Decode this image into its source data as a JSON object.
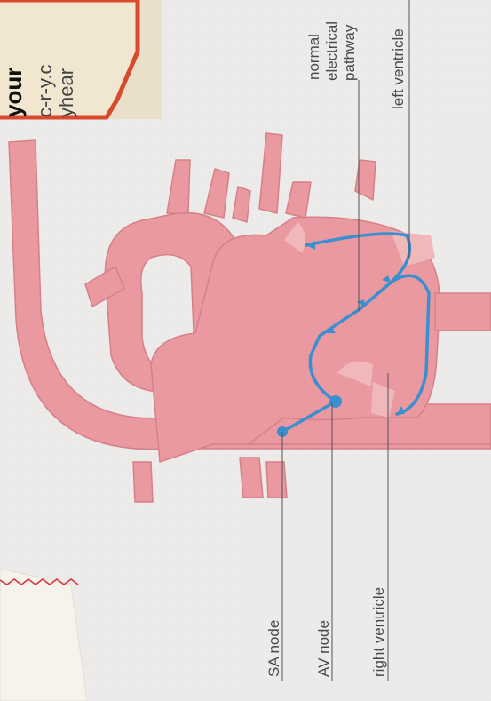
{
  "card": {
    "line_bold": "your",
    "line_2": "c-r-y.c",
    "line_3": "yhear"
  },
  "labels": {
    "normal_pathway_1": "normal",
    "normal_pathway_2": "electrical",
    "normal_pathway_3": "pathway",
    "left_ventricle": "left ventricle",
    "sa_node": "SA node",
    "av_node": "AV node",
    "right_ventricle": "right ventricle"
  },
  "colors": {
    "heart": "#e9999f",
    "heart_outline": "#c9787e",
    "pathway": "#3a8fd0",
    "card_border": "#d8492e",
    "background": "#eeecea"
  }
}
